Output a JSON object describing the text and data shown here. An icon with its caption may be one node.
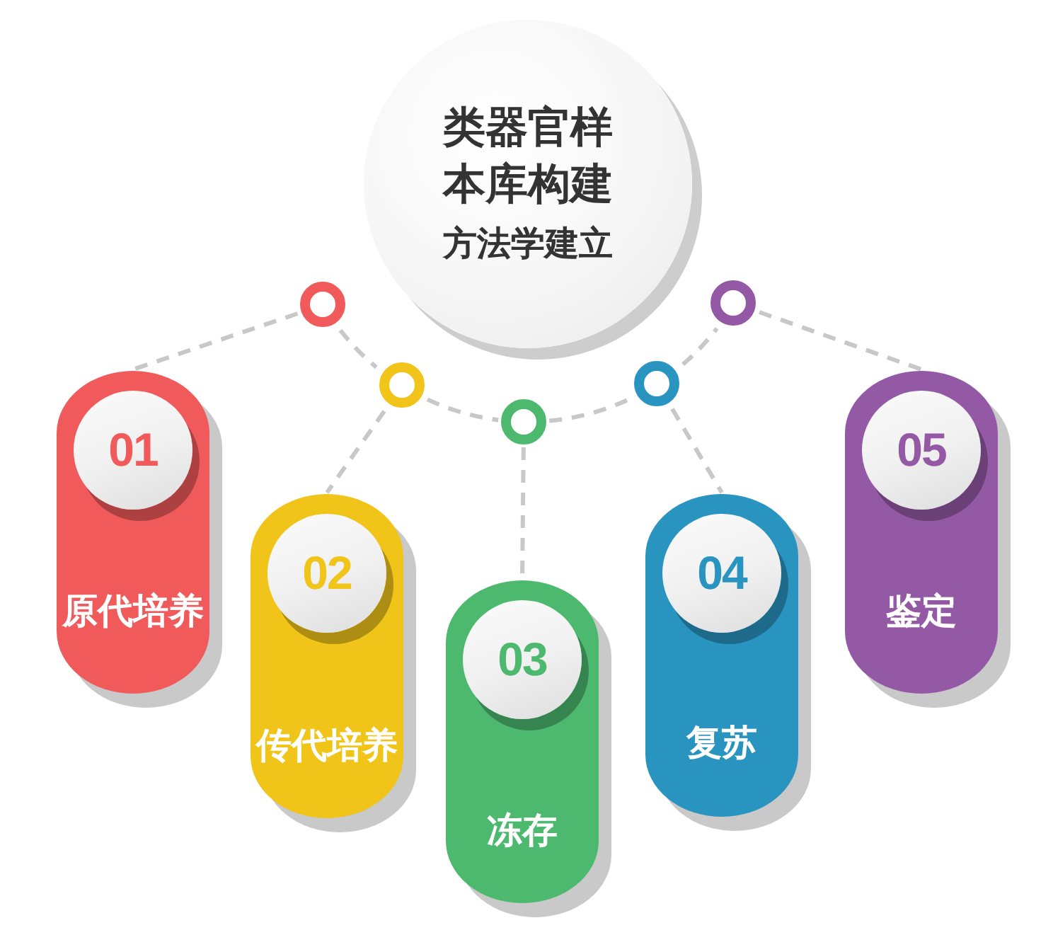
{
  "diagram": {
    "nodes": [
      {
        "text": [
          "类器官样本库构建",
          "方法学建立"
        ]
      },
      {
        "text": [],
        "shape": "circle"
      },
      {
        "text": [],
        "shape": "circle"
      },
      {
        "text": [],
        "shape": "circle"
      },
      {
        "text": [],
        "shape": "circle"
      },
      {
        "text": [],
        "shape": "circle"
      },
      {
        "text": [
          "原代培养"
        ]
      },
      {
        "text": [
          "01"
        ],
        "in": 6
      },
      {
        "text": [
          "传代培养"
        ]
      },
      {
        "text": [
          "02"
        ],
        "in": 8
      },
      {
        "text": [
          "冻存"
        ]
      },
      {
        "text": [
          "03"
        ],
        "in": 10
      },
      {
        "text": [
          "复苏"
        ]
      },
      {
        "text": [
          "04"
        ],
        "in": 12
      },
      {
        "text": [
          "鉴定"
        ]
      },
      {
        "text": [
          "05"
        ],
        "in": 14
      }
    ],
    "edges": [
      {
        "from": 1,
        "to": 6,
        "arrow": "none",
        "style": "dashed"
      },
      {
        "from": 1,
        "to": 2,
        "arrow": "none",
        "style": "dashed"
      },
      {
        "from": 2,
        "to": 8,
        "arrow": "none",
        "style": "dashed"
      },
      {
        "from": 2,
        "to": 3,
        "arrow": "none",
        "style": "dashed"
      },
      {
        "from": 3,
        "to": 10,
        "arrow": "none",
        "style": "dashed"
      },
      {
        "from": 3,
        "to": 4,
        "arrow": "none",
        "style": "dashed"
      },
      {
        "from": 4,
        "to": 12,
        "arrow": "none",
        "style": "dashed"
      },
      {
        "from": 4,
        "to": 5,
        "arrow": "none",
        "style": "dashed"
      },
      {
        "from": 5,
        "to": 14,
        "arrow": "none",
        "style": "dashed"
      }
    ]
  }
}
